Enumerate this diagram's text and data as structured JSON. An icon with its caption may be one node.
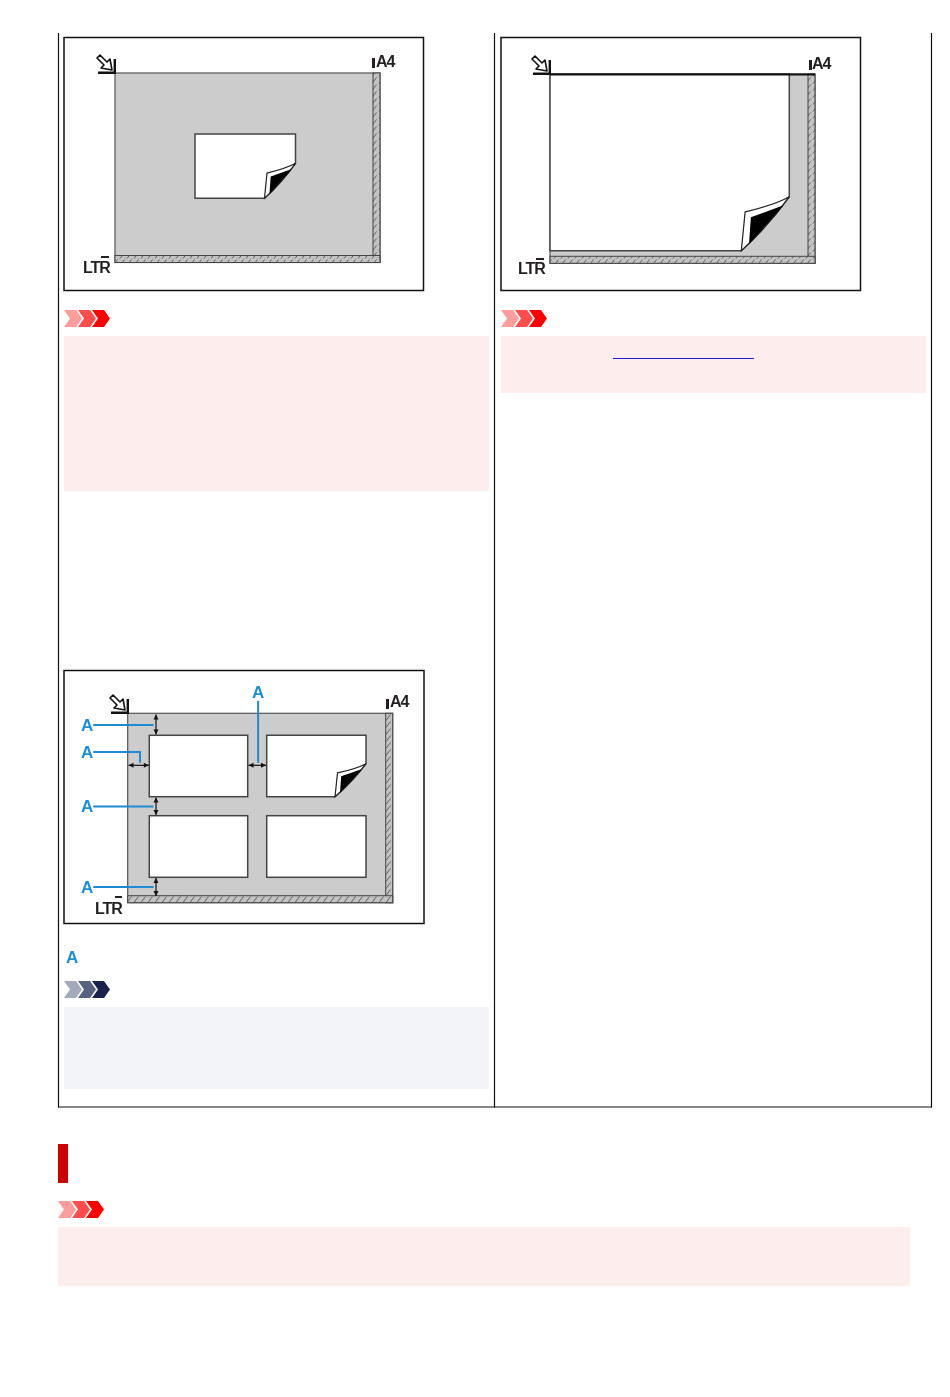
{
  "diagram": {
    "nodes": [
      {
        "text": [
          "A"
        ]
      },
      {
        "text": [
          "A"
        ]
      },
      {
        "text": [
          "A"
        ]
      },
      {
        "text": [
          "A"
        ]
      },
      {
        "text": [
          "A"
        ]
      },
      {
        "text": [],
        "shape": "arrow"
      },
      {
        "text": [],
        "shape": "arrow"
      },
      {
        "text": [],
        "shape": "arrow"
      },
      {
        "text": [],
        "shape": "arrow"
      },
      {
        "text": [],
        "shape": "arrow"
      }
    ],
    "edges": [
      {
        "from": 0,
        "to": 7,
        "arrow": "none"
      },
      {
        "from": 1,
        "to": 5,
        "arrow": "none"
      },
      {
        "from": 2,
        "to": 6,
        "arrow": "none"
      },
      {
        "from": 3,
        "to": 8,
        "arrow": "none"
      },
      {
        "from": 4,
        "to": 9,
        "arrow": "none"
      }
    ],
    "labels": [
      "A4",
      "LTR",
      "A4",
      "LTR",
      "A4",
      "LTR",
      "A"
    ]
  }
}
